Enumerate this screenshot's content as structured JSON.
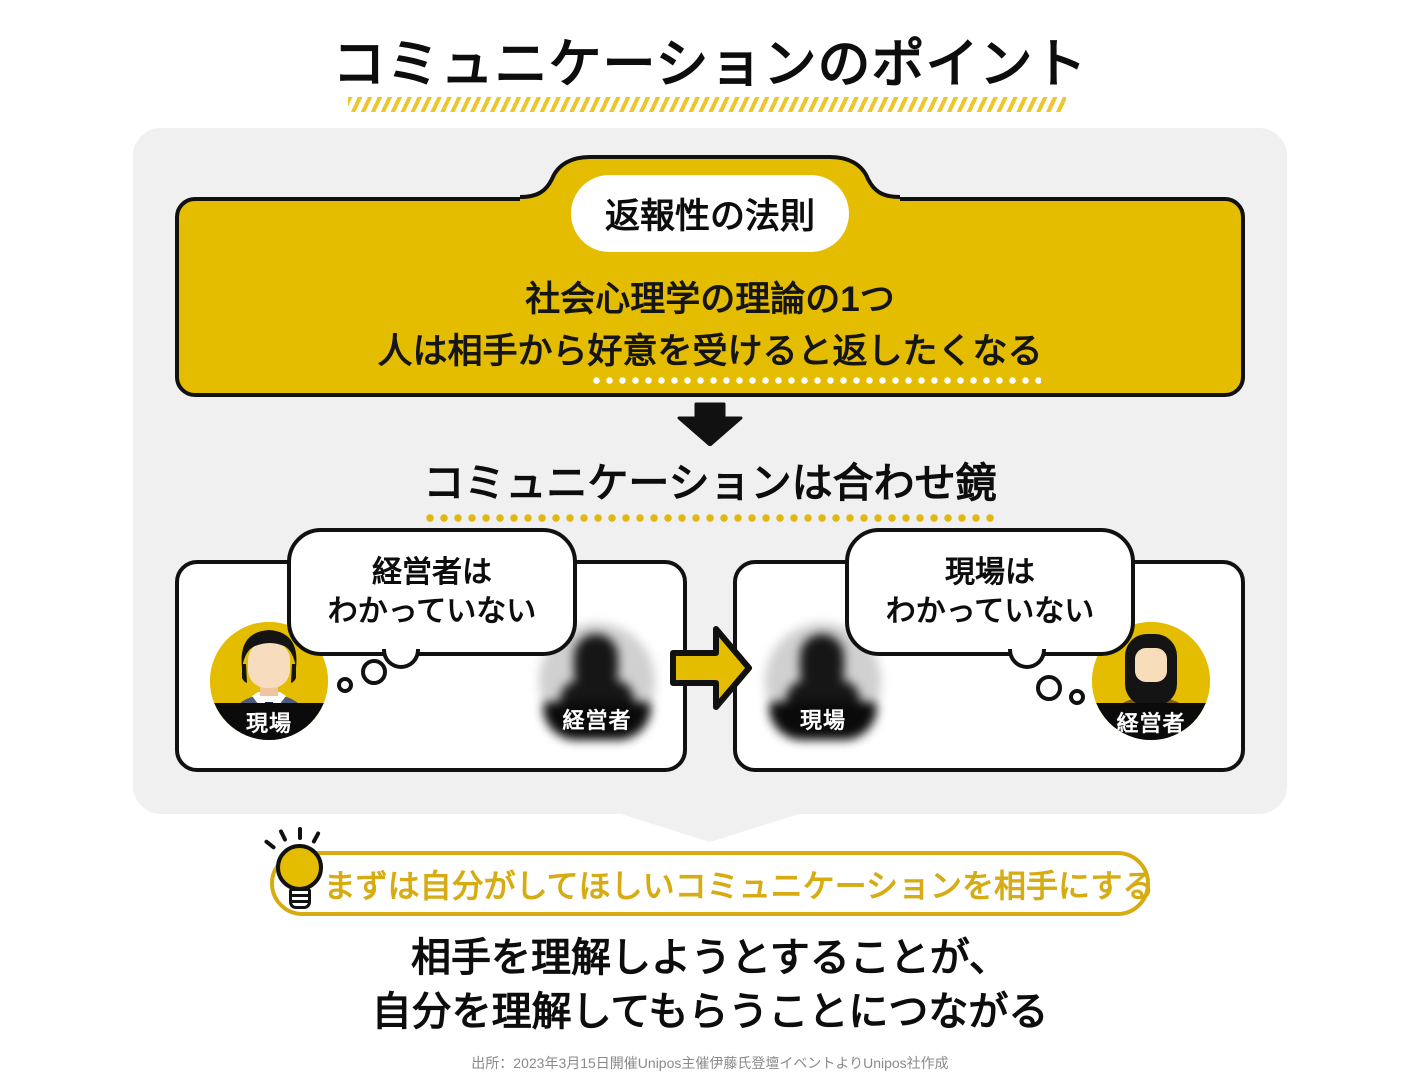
{
  "title": "コミュニケーションのポイント",
  "reciprocity_box": {
    "badge": "返報性の法則",
    "line1": "社会心理学の理論の1つ",
    "line2_prefix": "人は相手から",
    "line2_underlined": "好意を受けると返したくなる"
  },
  "mirror_heading": "コミュニケーションは合わせ鏡",
  "panels": {
    "left": {
      "bubble_line1": "経営者は",
      "bubble_line2": "わかっていない",
      "left_avatar": "現場",
      "right_avatar": "経営者"
    },
    "right": {
      "bubble_line1": "現場は",
      "bubble_line2": "わかっていない",
      "left_avatar": "現場",
      "right_avatar": "経営者"
    }
  },
  "takeaway": "まずは自分がしてほしいコミュニケーションを相手にする",
  "conclusion": {
    "line1": "相手を理解しようとすることが、",
    "line2": "自分を理解してもらうことにつながる"
  },
  "source": "出所：2023年3月15日開催Unipos主催伊藤氏登壇イベントよりUnipos社作成",
  "icons": {
    "lightbulb": "lightbulb-icon",
    "down_arrow": "down-arrow-icon",
    "flow_arrow": "right-arrow-icon",
    "thought_dots": "thought-trail-dots"
  },
  "colors": {
    "accent_yellow": "#E4BD00",
    "hatch_yellow": "#EEC62A",
    "pill_gold": "#D6AC12",
    "panel_gray": "#F0F0F0",
    "ink": "#111111",
    "muted_gray": "#8A8A8A"
  }
}
